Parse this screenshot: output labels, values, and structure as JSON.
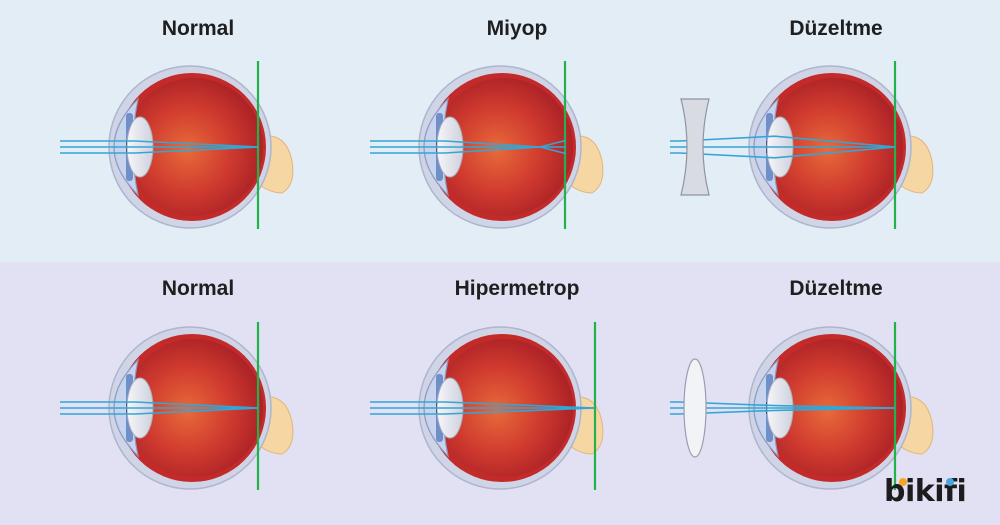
{
  "rows": [
    {
      "background": "#e3edf6",
      "panels": [
        {
          "label": "Normal",
          "condition": "normal"
        },
        {
          "label": "Miyop",
          "condition": "myopia"
        },
        {
          "label": "Düzeltme",
          "condition": "myopia-corrected",
          "lens": "concave"
        }
      ]
    },
    {
      "background": "#e2e0f3",
      "panels": [
        {
          "label": "Normal",
          "condition": "normal"
        },
        {
          "label": "Hipermetrop",
          "condition": "hyperopia"
        },
        {
          "label": "Düzeltme",
          "condition": "hyperopia-corrected",
          "lens": "convex"
        }
      ]
    }
  ],
  "colors": {
    "ray": "#33a6d6",
    "retina_line": "#22b24c",
    "eyeball": "#c32a2a",
    "sclera": "#cfd5e6",
    "optic_nerve": "#f6d6a3",
    "lens": "#e7e8ef"
  },
  "logo": {
    "text": "bikifi",
    "dot_colors": [
      "#f5a623",
      "#4aa3df"
    ]
  }
}
